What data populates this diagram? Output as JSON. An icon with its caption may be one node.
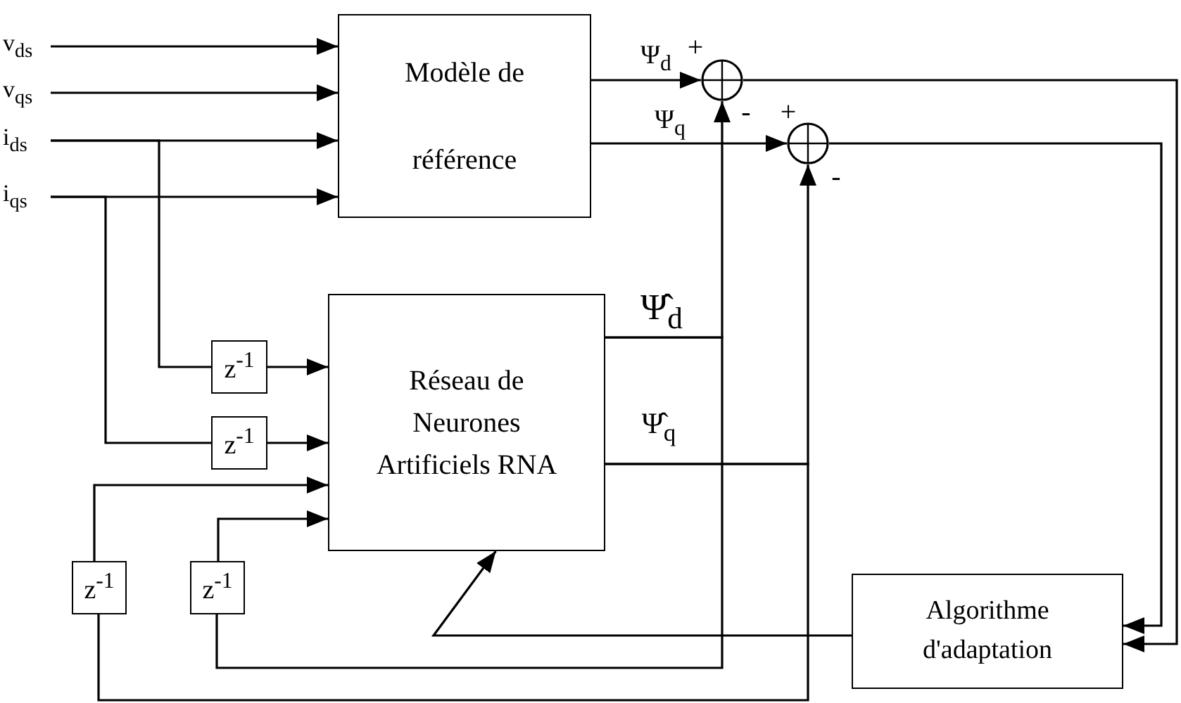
{
  "diagram": {
    "nodes": [
      {
        "text": [
          "v$_{ds}$"
        ]
      },
      {
        "text": [
          "v$_{qs}$"
        ]
      },
      {
        "text": [
          "i$_{ds}$"
        ]
      },
      {
        "text": [
          "i$_{qs}$"
        ]
      },
      {
        "text": [
          "Modèle de référence"
        ]
      },
      {
        "text": [],
        "shape": "circle"
      },
      {
        "text": [],
        "shape": "circle"
      },
      {
        "text": [
          "Réseau de Neurones Artificiels RNA"
        ]
      },
      {
        "text": [
          "z$^{-1}$"
        ]
      },
      {
        "text": [
          "z$^{-1}$"
        ]
      },
      {
        "text": [
          "z$^{-1}$"
        ]
      },
      {
        "text": [
          "z$^{-1}$"
        ]
      },
      {
        "text": [
          "Algorithme d'adaptation"
        ]
      }
    ],
    "edges": [
      {
        "from": 0,
        "to": 4,
        "arrow": "to"
      },
      {
        "from": 1,
        "to": 4,
        "arrow": "to"
      },
      {
        "from": 2,
        "to": 4,
        "arrow": "to"
      },
      {
        "from": 3,
        "to": 4,
        "arrow": "to"
      },
      {
        "from": 2,
        "to": 8,
        "arrow": "none"
      },
      {
        "from": 3,
        "to": 9,
        "arrow": "none"
      },
      {
        "from": 8,
        "to": 7,
        "arrow": "to"
      },
      {
        "from": 9,
        "to": 7,
        "arrow": "to"
      },
      {
        "from": 10,
        "to": 7,
        "arrow": "to"
      },
      {
        "from": 11,
        "to": 7,
        "arrow": "to"
      },
      {
        "from": 4,
        "to": 5,
        "arrow": "to",
        "label": "Ψ$_{d}$"
      },
      {
        "from": 4,
        "to": 6,
        "arrow": "to",
        "label": "Ψ$_{q}$"
      },
      {
        "from": 7,
        "to": 5,
        "arrow": "to",
        "label": "Ψ̂$_{d}$"
      },
      {
        "from": 7,
        "to": 6,
        "arrow": "to",
        "label": "Ψ̂$_{q}$"
      },
      {
        "from": 5,
        "to": 12,
        "arrow": "to"
      },
      {
        "from": 6,
        "to": 12,
        "arrow": "to"
      },
      {
        "from": 12,
        "to": 7,
        "arrow": "to"
      },
      {
        "from": 7,
        "to": 11,
        "arrow": "none"
      },
      {
        "from": 7,
        "to": 10,
        "arrow": "none"
      }
    ],
    "labels": [
      "+",
      "-",
      "+",
      "-"
    ]
  }
}
